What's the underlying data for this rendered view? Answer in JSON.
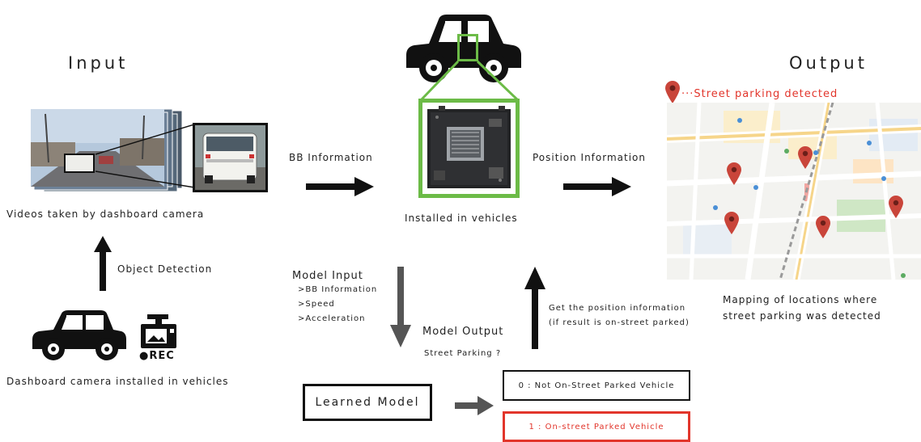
{
  "input": {
    "heading": "Input",
    "video_caption": "Videos taken by dashboard camera",
    "object_detection": "Object Detection",
    "camera_caption": "Dashboard camera installed in vehicles",
    "rec_label": "●REC"
  },
  "middle": {
    "bb_information": "BB Information",
    "installed_caption": "Installed in vehicles",
    "position_information": "Position Information",
    "model_input_title": "Model Input",
    "model_input_items": [
      ">BB Information",
      ">Speed",
      ">Acceleration"
    ],
    "model_output_title": "Model Output",
    "model_output_sub": "Street Parking ?",
    "learned_model": "Learned Model",
    "result_0": "0 : Not On-Street Parked Vehicle",
    "result_1": "1 : On-street Parked Vehicle",
    "get_position_line1": "Get the position information",
    "get_position_line2": "(if result is on-street parked)"
  },
  "output": {
    "heading": "Output",
    "legend": "···Street parking detected",
    "mapping_line1": "Mapping of locations where",
    "mapping_line2": "street parking was detected"
  },
  "colors": {
    "accent_green": "#6cbb47",
    "accent_red": "#e2352b",
    "pin_red": "#c9453a"
  }
}
